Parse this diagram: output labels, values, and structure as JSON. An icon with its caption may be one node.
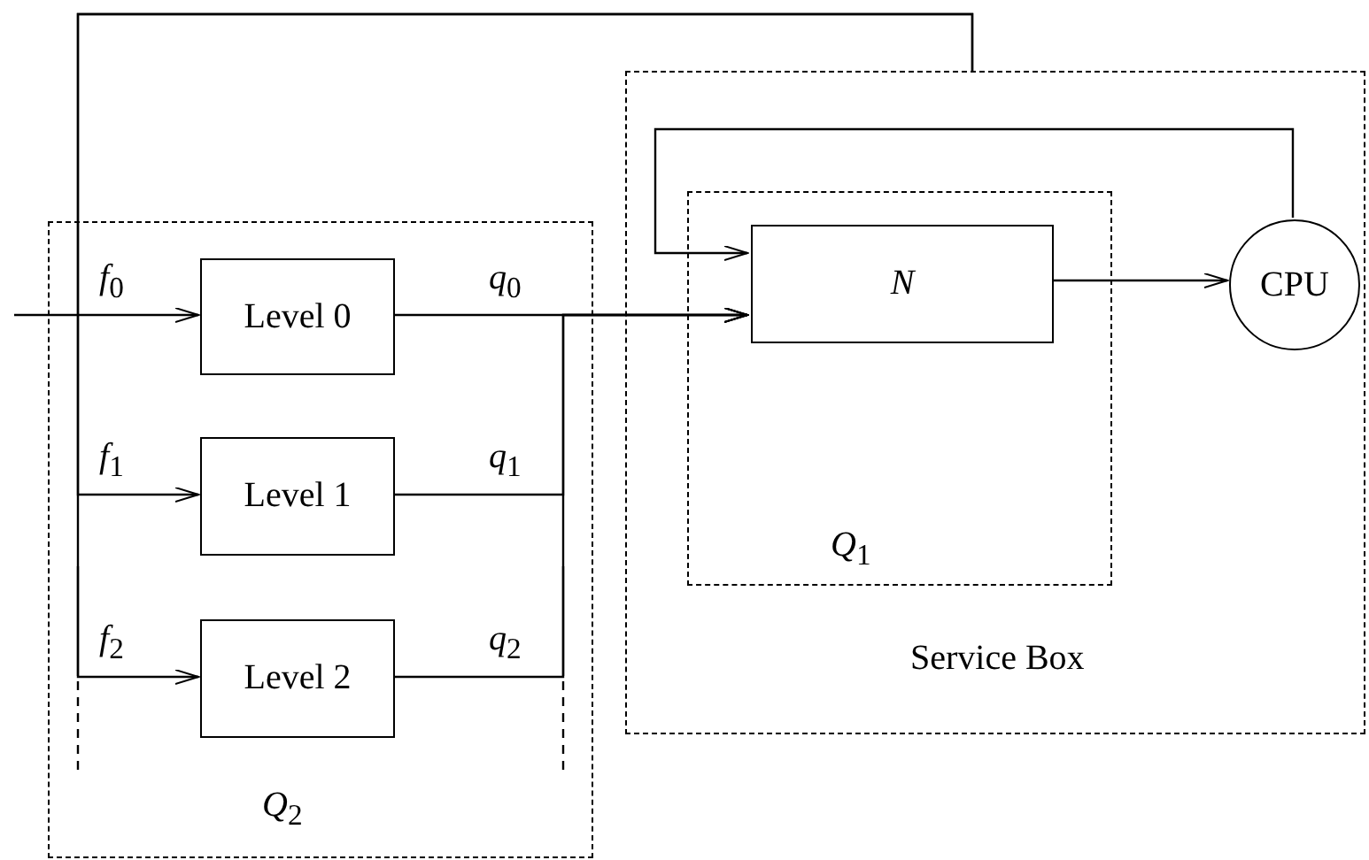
{
  "diagram": {
    "nodes": [
      {
        "text": [
          "*Q*$_{2}$"
        ]
      },
      {
        "text": [
          "Level 0"
        ],
        "in": 0
      },
      {
        "text": [
          "Level 1"
        ],
        "in": 0
      },
      {
        "text": [
          "Level 2"
        ],
        "in": 0
      },
      {
        "text": [
          "Service Box"
        ]
      },
      {
        "text": [
          "*Q*$_{1}$"
        ],
        "in": 4
      },
      {
        "text": [
          "N"
        ],
        "in": 5
      },
      {
        "text": [
          "CPU"
        ],
        "in": 4
      }
    ],
    "edges": [
      {
        "from": null,
        "to": 1,
        "arrow": "to",
        "label": "*f*$_{0}$"
      },
      {
        "from": 4,
        "to": 2,
        "arrow": "to",
        "label": "*f*$_{1}$"
      },
      {
        "from": 4,
        "to": 3,
        "arrow": "to",
        "label": "*f*$_{2}$"
      },
      {
        "from": 1,
        "to": 6,
        "arrow": "to",
        "label": "*q*$_{0}$"
      },
      {
        "from": 2,
        "to": 6,
        "arrow": "to",
        "label": "*q*$_{1}$"
      },
      {
        "from": 3,
        "to": 6,
        "arrow": "to",
        "label": "*q*$_{2}$"
      },
      {
        "from": 6,
        "to": 7,
        "arrow": "to"
      },
      {
        "from": 7,
        "to": 6,
        "arrow": "to"
      }
    ]
  }
}
